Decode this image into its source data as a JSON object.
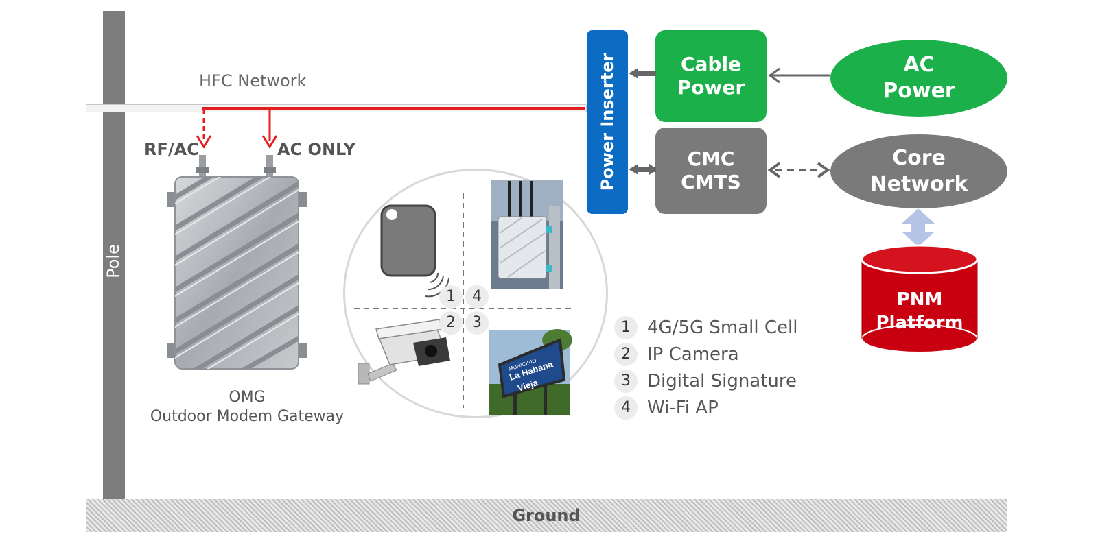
{
  "labels": {
    "pole": "Pole",
    "ground": "Ground",
    "hfc_network": "HFC Network",
    "rf_ac": "RF/AC",
    "ac_only": "AC ONLY",
    "omg_line1": "OMG",
    "omg_line2": "Outdoor Modem Gateway"
  },
  "nodes": {
    "power_inserter": "Power Inserter",
    "cable_power": [
      "Cable",
      "Power"
    ],
    "ac_power": [
      "AC",
      "Power"
    ],
    "cmc_cmts": [
      "CMC",
      "CMTS"
    ],
    "core_network": [
      "Core",
      "Network"
    ],
    "pnm_platform": [
      "PNM",
      "Platform"
    ]
  },
  "quadrant_numbers": [
    "1",
    "4",
    "2",
    "3"
  ],
  "sign_text": [
    "MUNICIPIO",
    "La Habana",
    "Vieja"
  ],
  "legend": [
    {
      "num": "1",
      "text": "4G/5G Small Cell"
    },
    {
      "num": "2",
      "text": "IP Camera"
    },
    {
      "num": "3",
      "text": "Digital Signature"
    },
    {
      "num": "4",
      "text": "Wi-Fi AP"
    }
  ],
  "colors": {
    "pole": "#7c7c7c",
    "red_line": "#e41e1e",
    "power_inserter": "#0c6bc2",
    "green": "#1bb04a",
    "gray_node": "#7a7a7a",
    "pnm_red": "#c8000f",
    "arrow_gray": "#666666",
    "db_arrow": "#b5c4e4"
  }
}
